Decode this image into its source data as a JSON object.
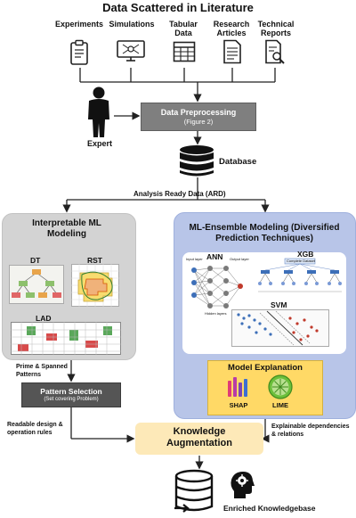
{
  "title": "Data Scattered in Literature",
  "sources": [
    {
      "label": "Experiments"
    },
    {
      "label": "Simulations"
    },
    {
      "label": "Tabular Data"
    },
    {
      "label": "Research Articles"
    },
    {
      "label": "Technical Reports"
    }
  ],
  "expert_label": "Expert",
  "data_preprocessing": {
    "title": "Data Preprocessing",
    "subtitle": "(Figure 2)"
  },
  "database_label": "Database",
  "ard_label": "Analysis Ready Data (ARD)",
  "left_panel": {
    "title": "Interpretable ML Modeling",
    "dt_label": "DT",
    "rst_label": "RST",
    "lad_label": "LAD"
  },
  "prime_label": "Prime & Spanned Patterns",
  "pattern_selection": {
    "title": "Pattern Selection",
    "subtitle": "(Set covering Problem)"
  },
  "readable_label": "Readable design & operation rules",
  "right_panel": {
    "title": "ML-Ensemble Modeling (Diversified Prediction Techniques)",
    "ann_label": "ANN",
    "xgb_label": "XGB",
    "svm_label": "SVM",
    "ann_input": "Input layer",
    "ann_output": "Output layer",
    "ann_hidden": "Hidden layers",
    "xgb_dataset": "Complete Dataset"
  },
  "model_explanation": {
    "title": "Model Explanation",
    "shap": "SHAP",
    "lime": "LIME"
  },
  "explainable_label": "Explainable dependencies & relations",
  "knowledge_augmentation": "Knowledge Augmentation",
  "enriched_label": "Enriched Knowledgebase"
}
